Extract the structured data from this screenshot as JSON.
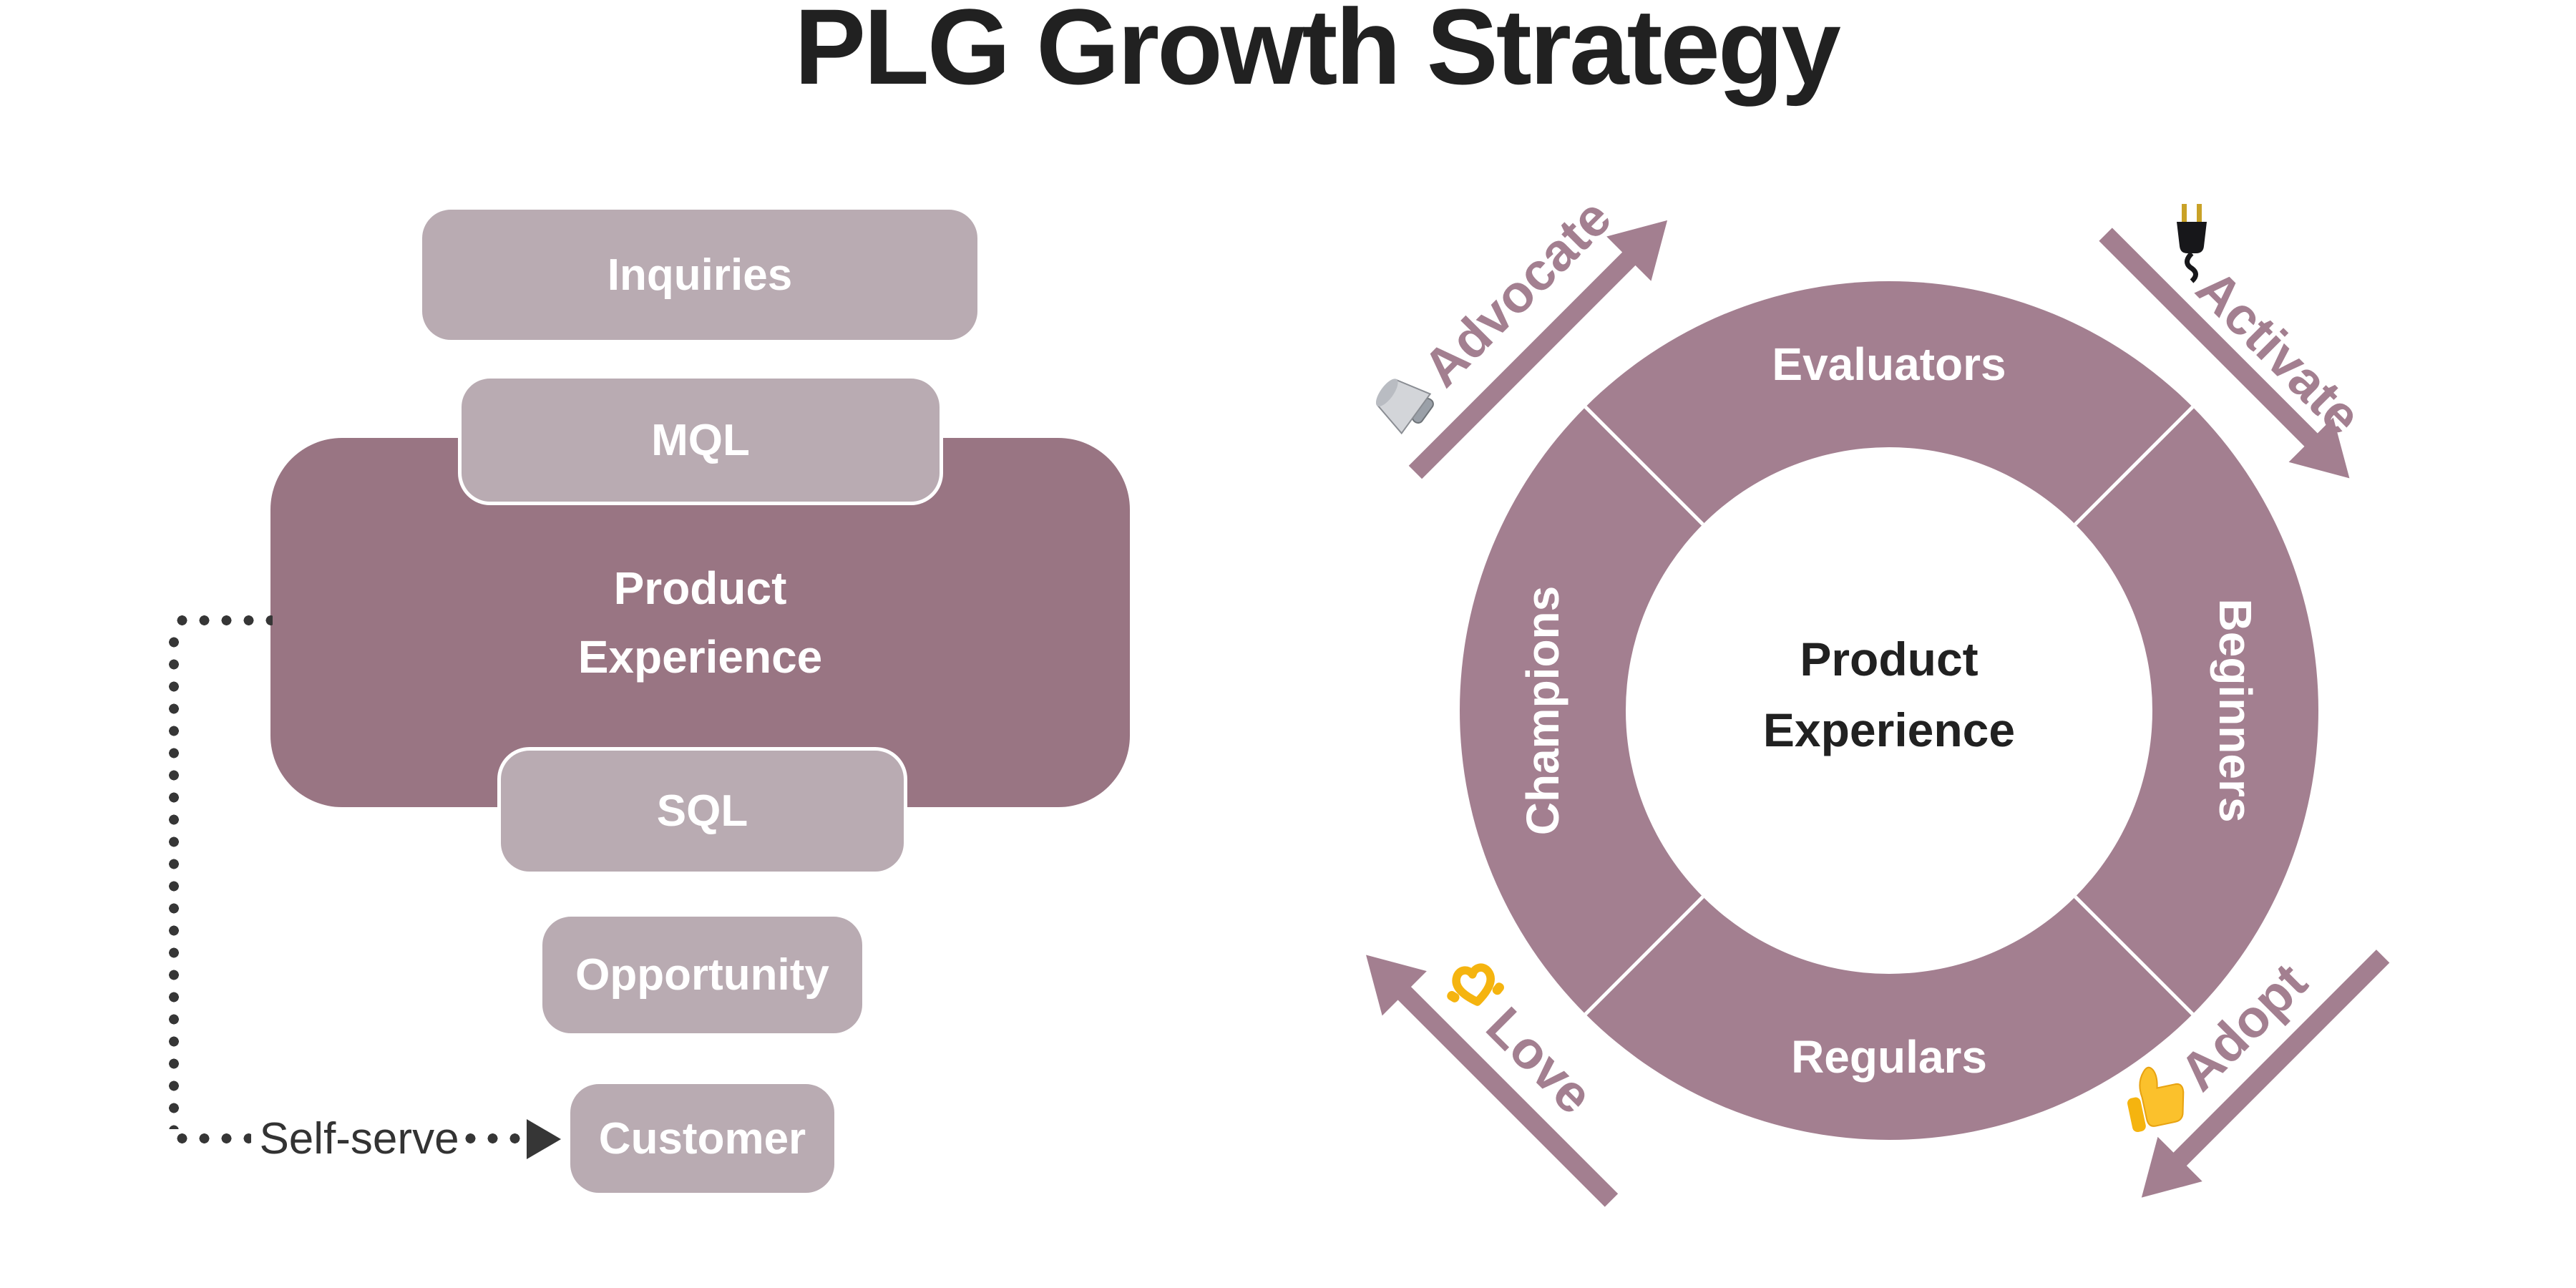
{
  "title": "PLG Growth Strategy",
  "colors": {
    "light_box": "#b9abb2",
    "dark_box": "#997583",
    "ring": "#a37f90",
    "arrow": "#a37f90",
    "heading_text": "#212121",
    "white_text": "#ffffff",
    "dotted_line": "#363636"
  },
  "funnel": {
    "stages": [
      {
        "label": "Inquiries",
        "tone": "light"
      },
      {
        "label": "MQL",
        "tone": "light"
      },
      {
        "label": "Product Experience",
        "tone": "dark"
      },
      {
        "label": "SQL",
        "tone": "light"
      },
      {
        "label": "Opportunity",
        "tone": "light"
      },
      {
        "label": "Customer",
        "tone": "light"
      }
    ],
    "self_serve_label": "Self-serve"
  },
  "cycle": {
    "center_label": "Product Experience",
    "segments": [
      {
        "label": "Evaluators",
        "position": "top"
      },
      {
        "label": "Beginners",
        "position": "right"
      },
      {
        "label": "Regulars",
        "position": "bottom"
      },
      {
        "label": "Champions",
        "position": "left"
      }
    ],
    "arrows": [
      {
        "label": "Advocate",
        "icon": "megaphone-icon",
        "position": "top-left"
      },
      {
        "label": "Activate",
        "icon": "plug-icon",
        "position": "top-right"
      },
      {
        "label": "Adopt",
        "icon": "thumbs-up-icon",
        "position": "bottom-right"
      },
      {
        "label": "Love",
        "icon": "heart-hands-icon",
        "position": "bottom-left"
      }
    ]
  }
}
